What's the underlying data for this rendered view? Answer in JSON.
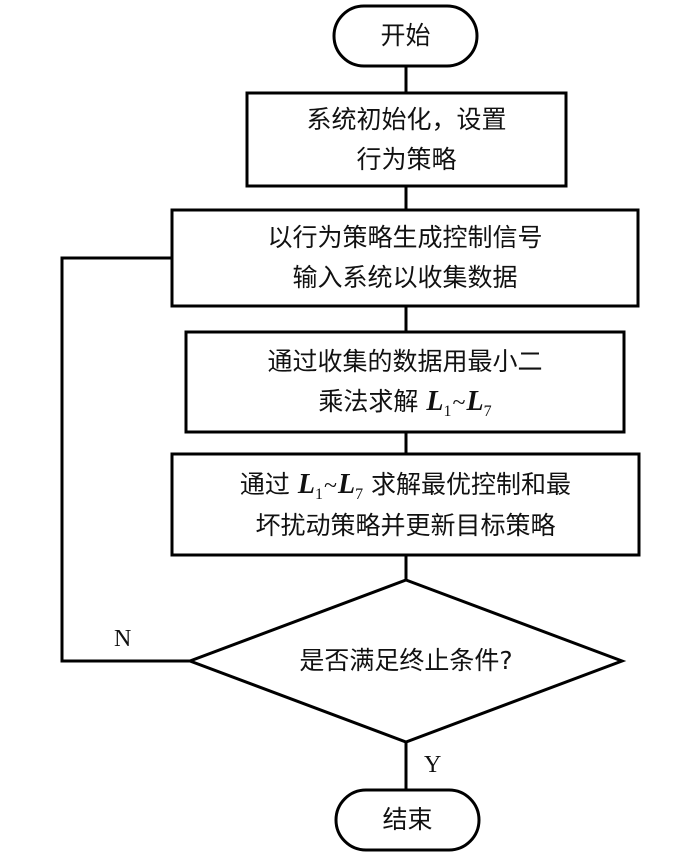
{
  "start": "开始",
  "step1": {
    "line1": "系统初始化，设置",
    "line2": "行为策略"
  },
  "step2": {
    "line1": "以行为策略生成控制信号",
    "line2": "输入系统以收集数据"
  },
  "step3": {
    "line1": "通过收集的数据用最小二",
    "line2_text": "乘法求解",
    "var_a": "L",
    "sub_a": "1",
    "tilde": "~",
    "var_b": "L",
    "sub_b": "7"
  },
  "step4": {
    "line1_prefix": "通过",
    "var_a": "L",
    "sub_a": "1",
    "tilde": "~",
    "var_b": "L",
    "sub_b": "7",
    "line1_suffix": "求解最优控制和最",
    "line2": "坏扰动策略并更新目标策略"
  },
  "decision": "是否满足终止条件?",
  "branch_no": "N",
  "branch_yes": "Y",
  "end": "结束"
}
